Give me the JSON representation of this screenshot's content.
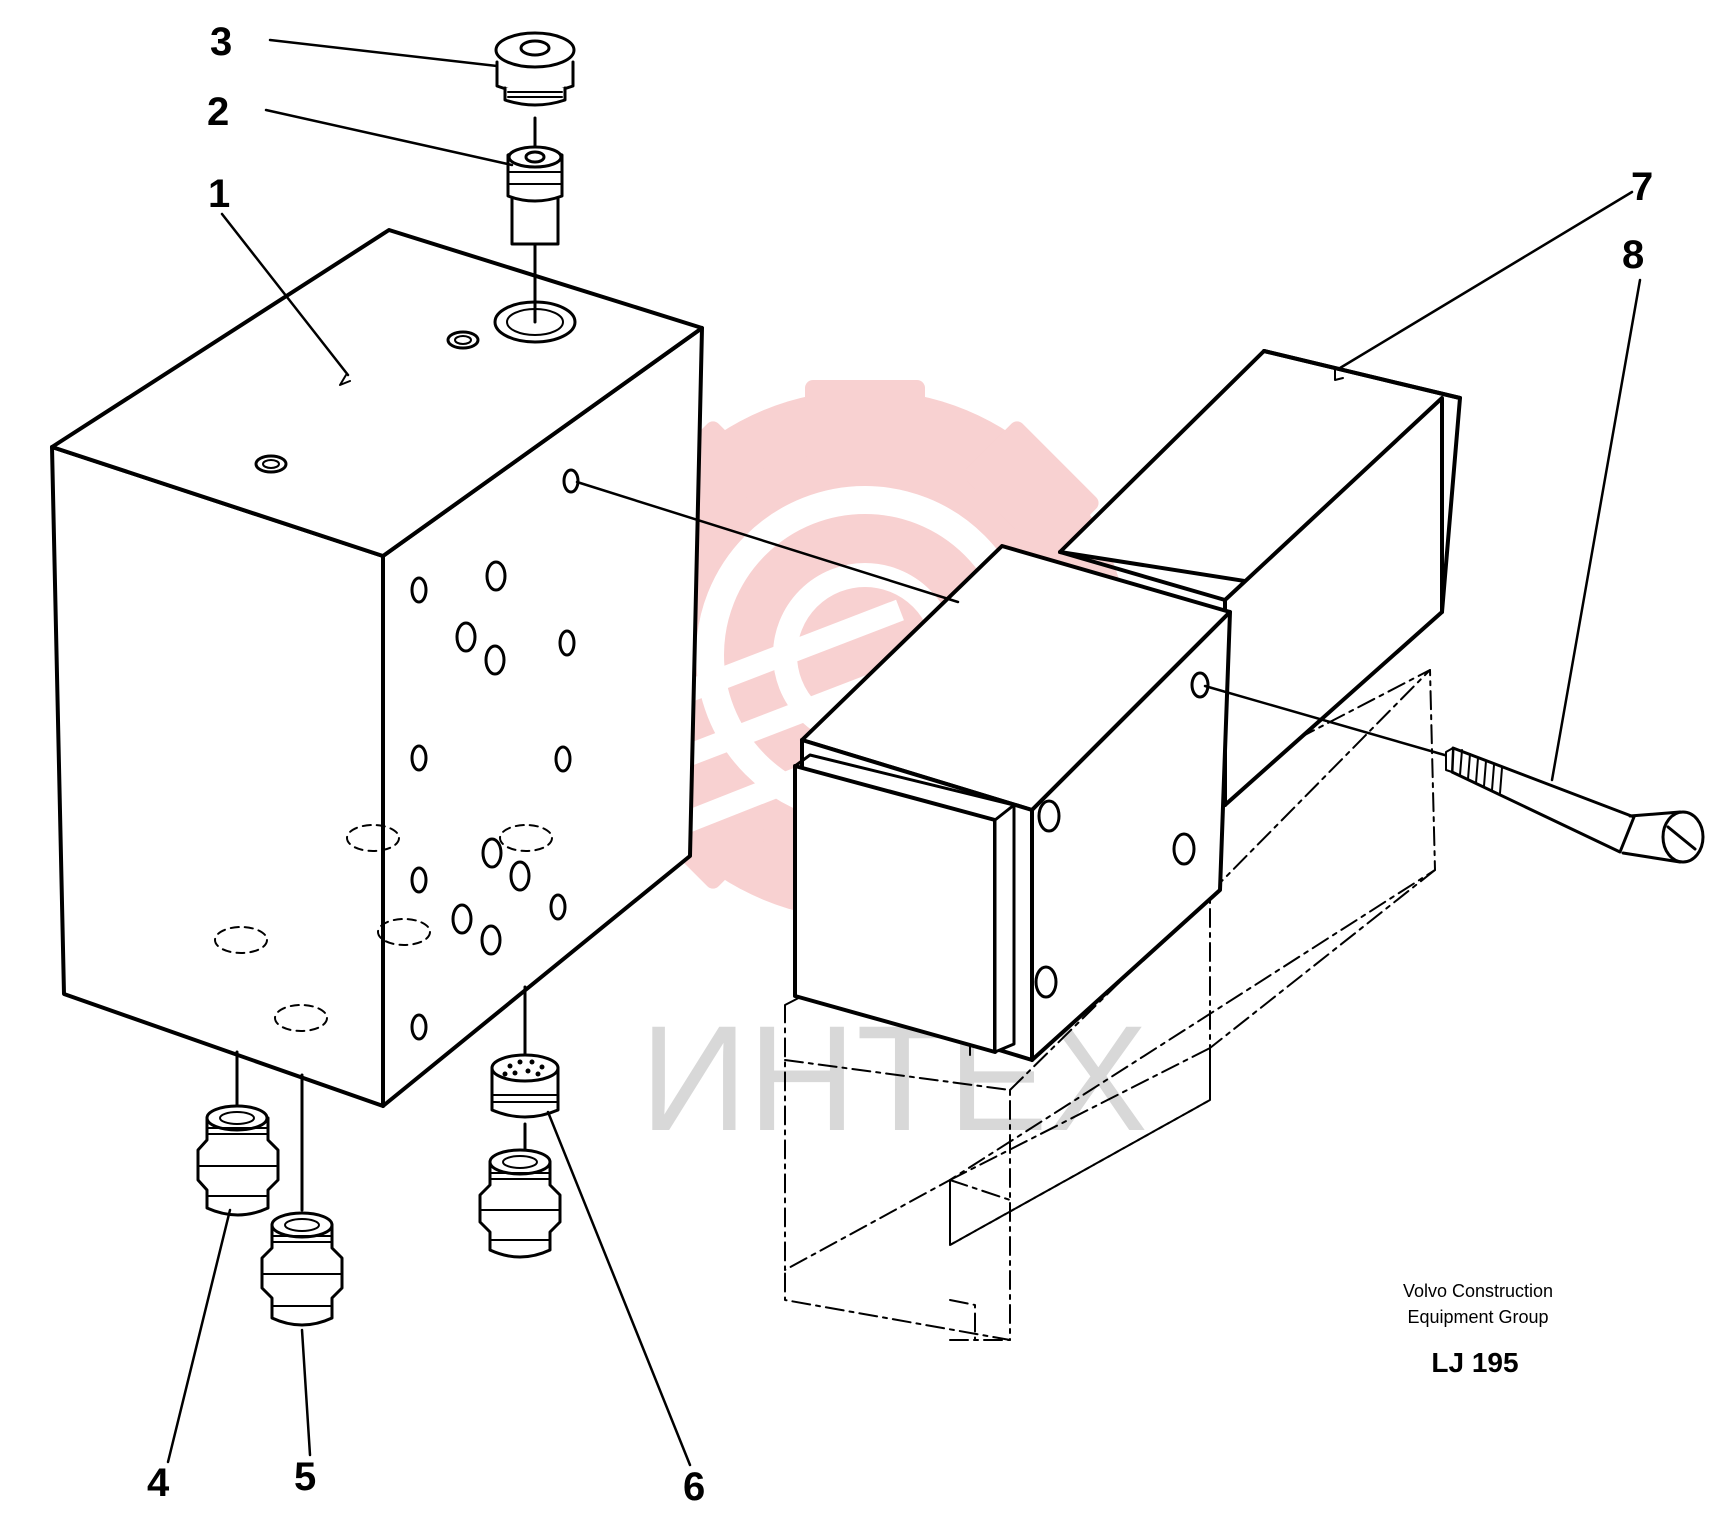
{
  "diagram": {
    "callouts": [
      "1",
      "2",
      "3",
      "4",
      "5",
      "6",
      "7",
      "8"
    ],
    "credit_line1": "Volvo Construction",
    "credit_line2": "Equipment Group",
    "drawing_code": "LJ 195",
    "watermark": "ИНТЕХ"
  },
  "colors": {
    "line": "#000000",
    "watermark_gear": "#f7c9c9",
    "watermark_text": "#d8d8d8",
    "background": "#ffffff"
  }
}
